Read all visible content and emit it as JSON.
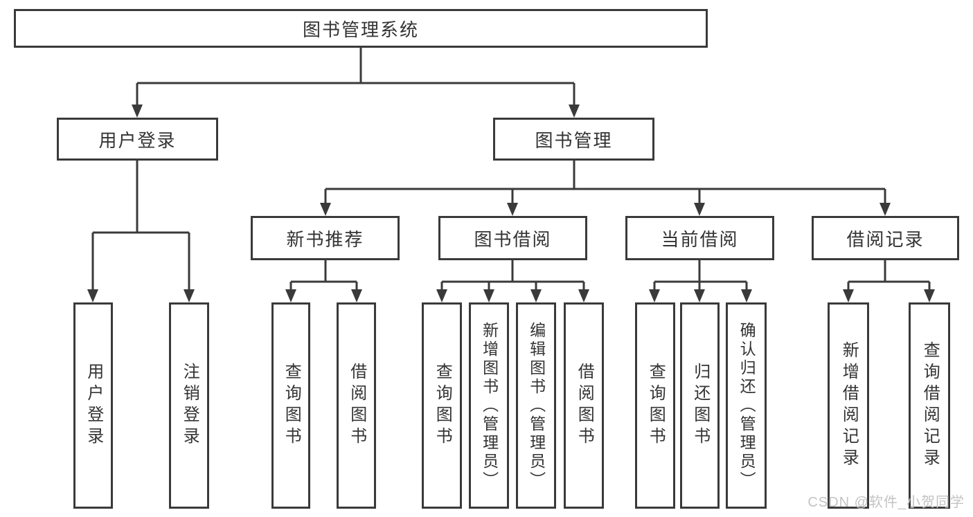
{
  "tree": {
    "label": "图书管理系统",
    "children": [
      {
        "label": "用户登录",
        "children": [
          {
            "label": "用户登录"
          },
          {
            "label": "注销登录"
          }
        ]
      },
      {
        "label": "图书管理",
        "children": [
          {
            "label": "新书推荐",
            "children": [
              {
                "label": "查询图书"
              },
              {
                "label": "借阅图书"
              }
            ]
          },
          {
            "label": "图书借阅",
            "children": [
              {
                "label": "查询图书"
              },
              {
                "label": "新增图书（管理员）"
              },
              {
                "label": "编辑图书（管理员）"
              },
              {
                "label": "借阅图书"
              }
            ]
          },
          {
            "label": "当前借阅",
            "children": [
              {
                "label": "查询图书"
              },
              {
                "label": "归还图书"
              },
              {
                "label": "确认归还（管理员）"
              }
            ]
          },
          {
            "label": "借阅记录",
            "children": [
              {
                "label": "新增借阅记录"
              },
              {
                "label": "查询借阅记录"
              }
            ]
          }
        ]
      }
    ]
  },
  "watermark": {
    "text": "CSDN @软件_小贺同学"
  },
  "colors": {
    "line": "#3a3a3a",
    "text": "#333333",
    "background": "#ffffff",
    "watermark": "#c3c3c3"
  }
}
